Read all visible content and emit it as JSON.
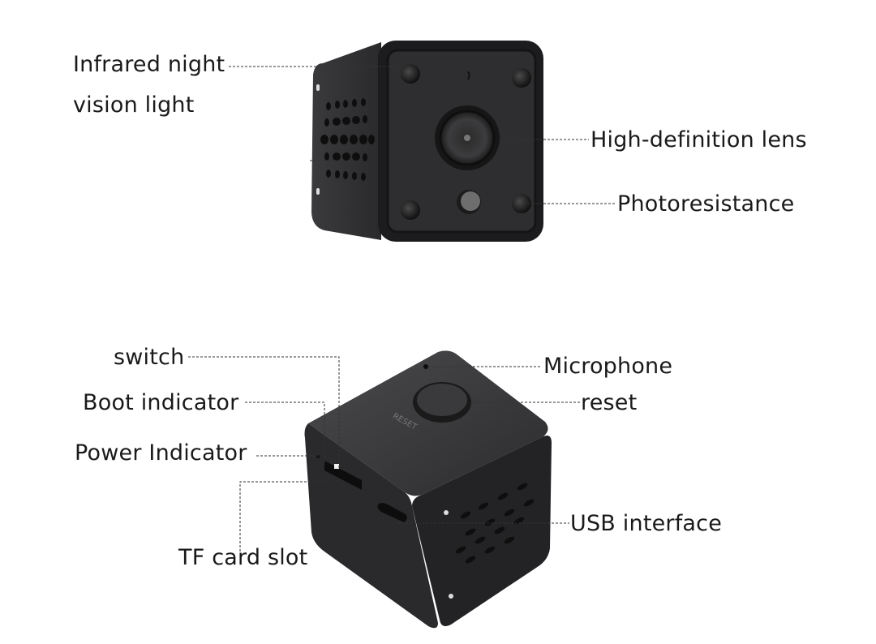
{
  "top_camera": {
    "labels": {
      "infrared_line1": "Infrared night",
      "infrared_line2": "vision light",
      "lens": "High-definition lens",
      "photoresistance": "Photoresistance"
    }
  },
  "bottom_camera": {
    "labels": {
      "switch": "switch",
      "boot_indicator": "Boot indicator",
      "power_indicator": "Power Indicator",
      "tf_card_slot": "TF card slot",
      "microphone": "Microphone",
      "reset": "reset",
      "usb_interface": "USB interface"
    },
    "printed_text": {
      "reset_marking": "RESET"
    }
  }
}
